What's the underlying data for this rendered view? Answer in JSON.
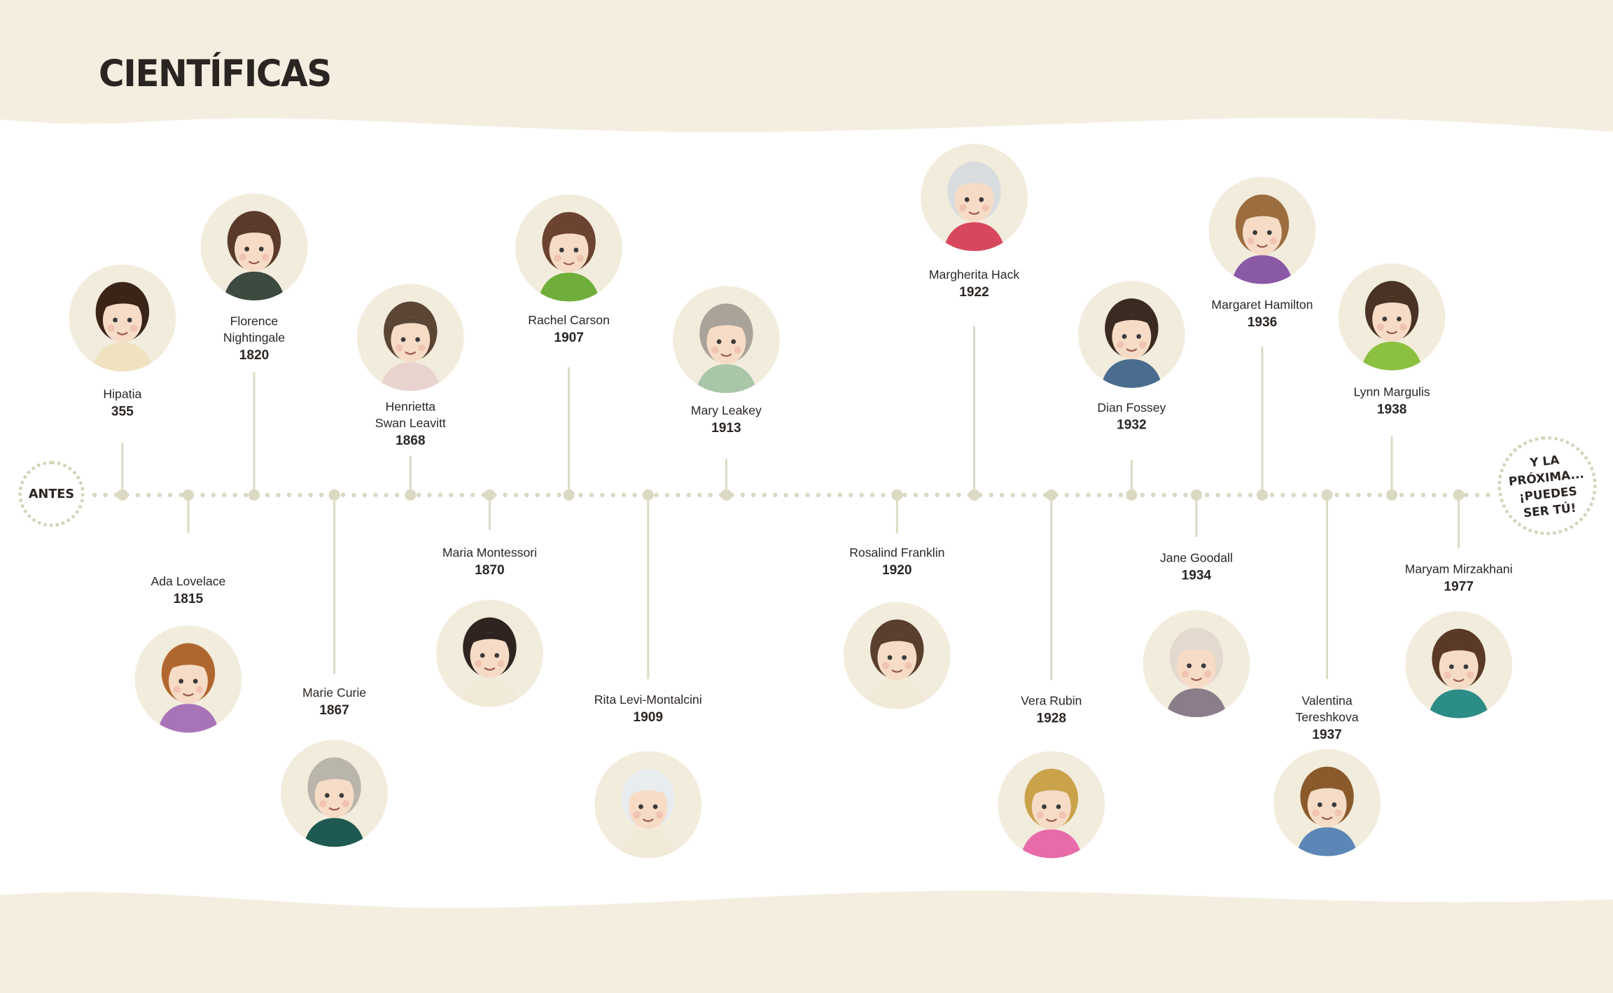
{
  "title": "CIENTÍFICAS",
  "start_label": "ANTES",
  "end_label": [
    "Y LA",
    "PRÓXIMA...",
    "¡PUEDES",
    "SER TÚ!"
  ],
  "colors": {
    "band": "#f3eee0",
    "timeline": "#dcd9c3",
    "text": "#2b2623"
  },
  "scientists": [
    {
      "name": [
        "Hipatia"
      ],
      "year": "355"
    },
    {
      "name": [
        "Ada Lovelace"
      ],
      "year": "1815"
    },
    {
      "name": [
        "Florence",
        "Nightingale"
      ],
      "year": "1820"
    },
    {
      "name": [
        "Marie Curie"
      ],
      "year": "1867"
    },
    {
      "name": [
        "Henrietta",
        "Swan Leavitt"
      ],
      "year": "1868"
    },
    {
      "name": [
        "Maria Montessori"
      ],
      "year": "1870"
    },
    {
      "name": [
        "Rachel Carson"
      ],
      "year": "1907"
    },
    {
      "name": [
        "Rita Levi-Montalcini"
      ],
      "year": "1909"
    },
    {
      "name": [
        "Mary Leakey"
      ],
      "year": "1913"
    },
    {
      "name": [
        "Rosalind Franklin"
      ],
      "year": "1920"
    },
    {
      "name": [
        "Margherita Hack"
      ],
      "year": "1922"
    },
    {
      "name": [
        "Vera Rubin"
      ],
      "year": "1928"
    },
    {
      "name": [
        "Dian Fossey"
      ],
      "year": "1932"
    },
    {
      "name": [
        "Jane Goodall"
      ],
      "year": "1934"
    },
    {
      "name": [
        "Margaret Hamilton"
      ],
      "year": "1936"
    },
    {
      "name": [
        "Valentina",
        "Tereshkova"
      ],
      "year": "1937"
    },
    {
      "name": [
        "Lynn Margulis"
      ],
      "year": "1938"
    },
    {
      "name": [
        "Maryam Mirzakhani"
      ],
      "year": "1977"
    }
  ]
}
